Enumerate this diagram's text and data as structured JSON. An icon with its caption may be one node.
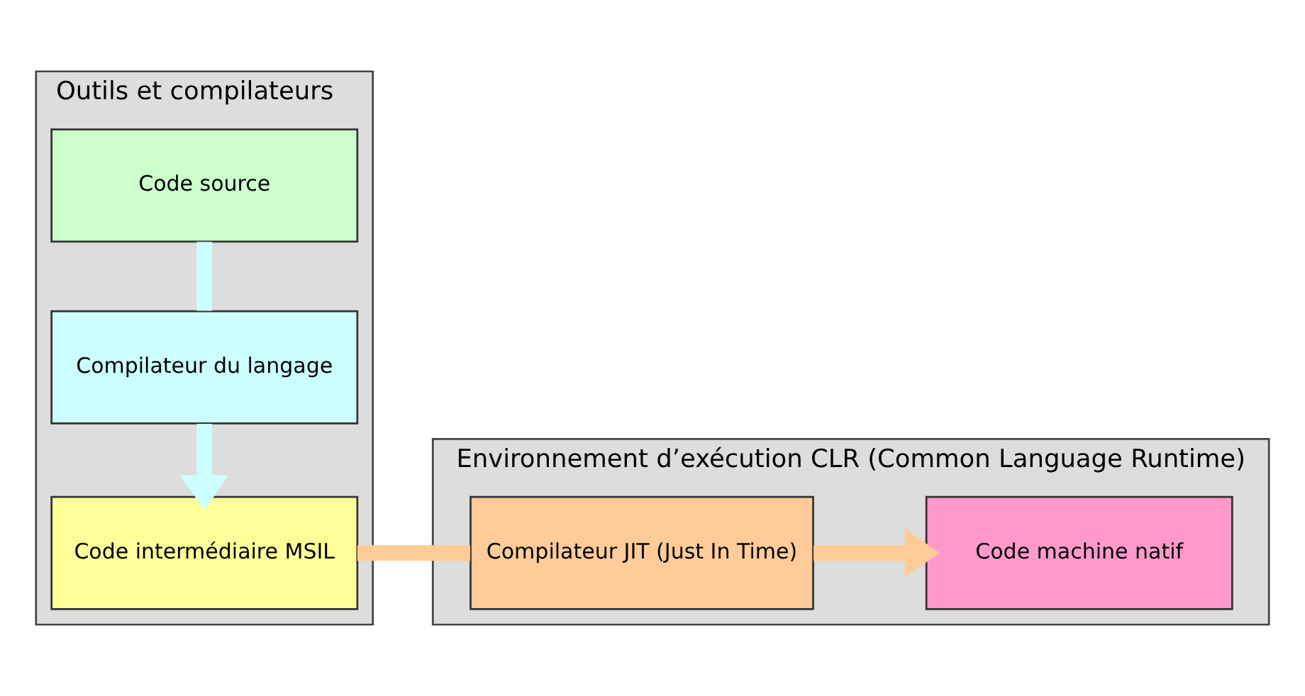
{
  "diagram": {
    "nodes": [
      {
        "text": [
          "Outils et compilateurs"
        ]
      },
      {
        "text": [
          "Code source"
        ],
        "in": 0
      },
      {
        "text": [
          "Compilateur du langage"
        ],
        "in": 0
      },
      {
        "text": [
          "Code intermédiaire MSIL"
        ],
        "in": 0
      },
      {
        "text": [
          "Environnement d’exécution CLR (Common Language Runtime)"
        ]
      },
      {
        "text": [
          "Compilateur JIT (Just In Time)"
        ],
        "in": 4
      },
      {
        "text": [
          "Code machine natif"
        ],
        "in": 4
      }
    ],
    "edges": [
      {
        "from": 1,
        "to": 2,
        "arrow": "none",
        "color": "#ccffff"
      },
      {
        "from": 2,
        "to": 3,
        "arrow": "to",
        "color": "#ccffff"
      },
      {
        "from": 3,
        "to": 5,
        "arrow": "none",
        "color": "#ffcc99"
      },
      {
        "from": 5,
        "to": 6,
        "arrow": "to",
        "color": "#ffcc99"
      }
    ]
  }
}
